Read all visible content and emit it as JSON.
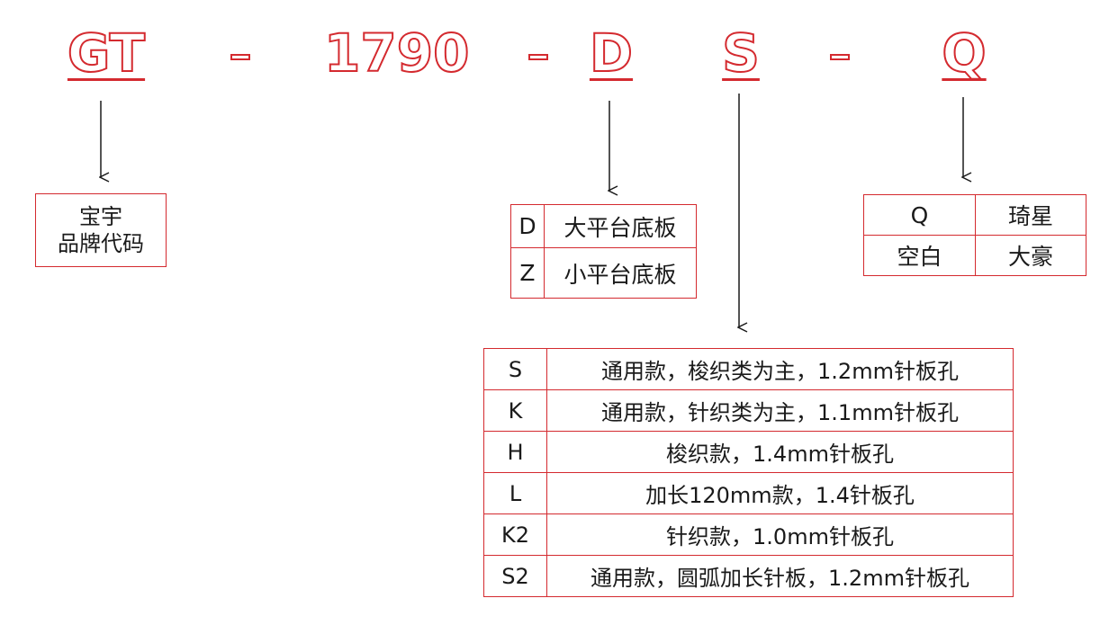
{
  "code": {
    "brand": "GT",
    "sep1": "-",
    "model": "1790",
    "sep2": "-",
    "board": "D",
    "needle": "S",
    "sep3": "-",
    "variant": "Q"
  },
  "brand_box": {
    "line1": "宝宇",
    "line2": "品牌代码"
  },
  "board_table": [
    {
      "code": "D",
      "desc": "大平台底板"
    },
    {
      "code": "Z",
      "desc": "小平台底板"
    }
  ],
  "variant_table": [
    {
      "code": "Q",
      "desc": "琦星"
    },
    {
      "code": "空白",
      "desc": "大豪"
    }
  ],
  "needle_table": [
    {
      "code": "S",
      "desc": "通用款，梭织类为主，1.2mm针板孔"
    },
    {
      "code": "K",
      "desc": "通用款，针织类为主，1.1mm针板孔"
    },
    {
      "code": "H",
      "desc": "梭织款，1.4mm针板孔"
    },
    {
      "code": "L",
      "desc": "加长120mm款，1.4针板孔"
    },
    {
      "code": "K2",
      "desc": "针织款，1.0mm针板孔"
    },
    {
      "code": "S2",
      "desc": "通用款，圆弧加长针板，1.2mm针板孔"
    }
  ],
  "colors": {
    "accent": "#d42a2f",
    "text": "#1a1a1a"
  }
}
